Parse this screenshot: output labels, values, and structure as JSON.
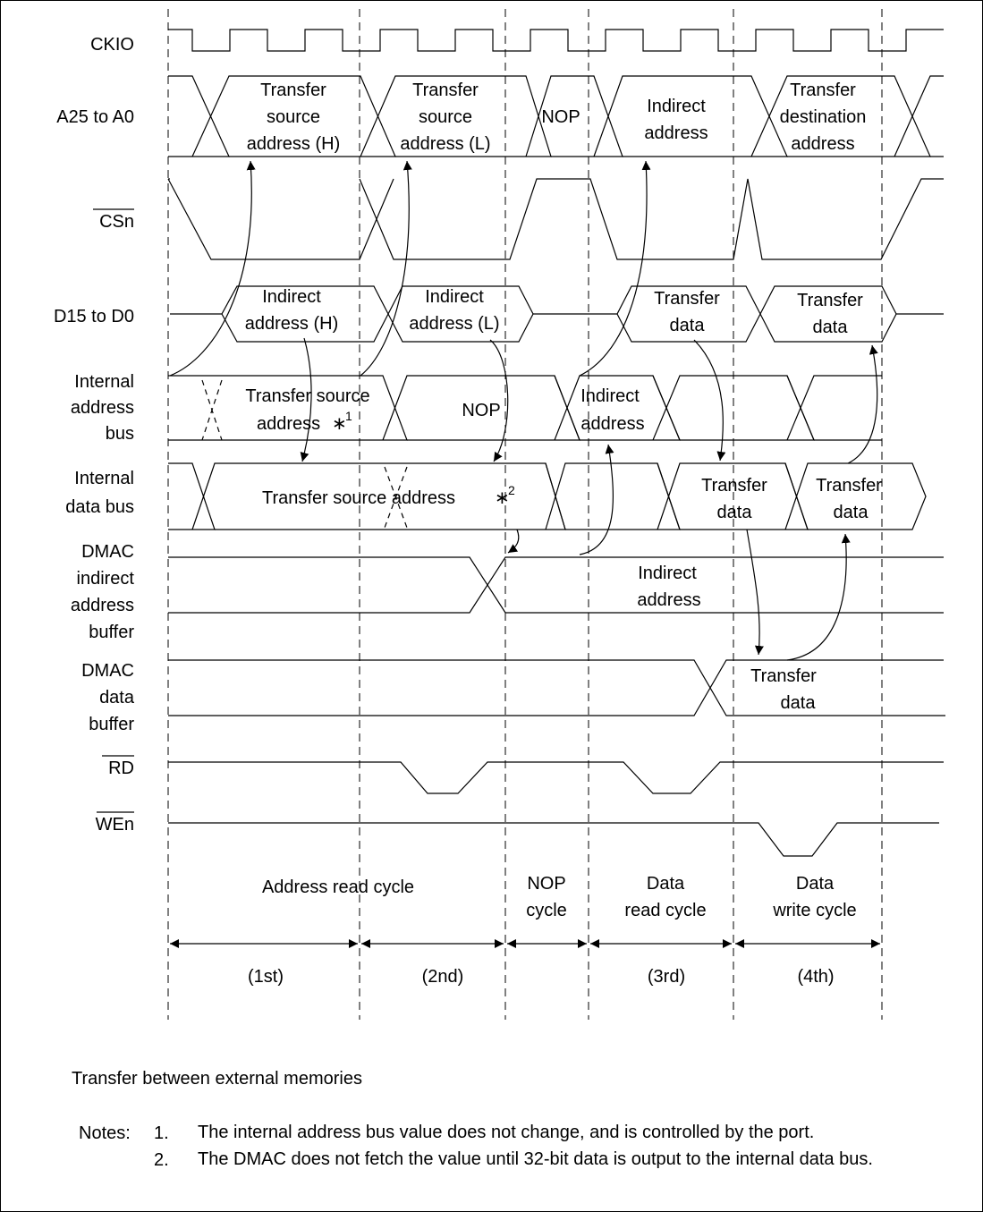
{
  "signals": {
    "ckio": "CKIO",
    "addr_bus": "A25 to A0",
    "cs": "CSn",
    "data_bus": "D15 to D0",
    "int_addr": [
      "Internal",
      "address",
      "bus"
    ],
    "int_data": [
      "Internal",
      "data bus"
    ],
    "dmac_ind": [
      "DMAC",
      "indirect",
      "address",
      "buffer"
    ],
    "dmac_data": [
      "DMAC",
      "data",
      "buffer"
    ],
    "rd": "RD",
    "wen": "WEn"
  },
  "a_bus": {
    "seg1": [
      "Transfer",
      "source",
      "address (H)"
    ],
    "seg2": [
      "Transfer",
      "source",
      "address (L)"
    ],
    "seg3": "NOP",
    "seg4": [
      "Indirect",
      "address"
    ],
    "seg5": [
      "Transfer",
      "destination",
      "address"
    ]
  },
  "d_bus": {
    "seg1": [
      "Indirect",
      "address (H)"
    ],
    "seg2": [
      "Indirect",
      "address (L)"
    ],
    "seg3": [
      "Transfer",
      "data"
    ],
    "seg4": [
      "Transfer",
      "data"
    ]
  },
  "int_addr_bus": {
    "seg1": [
      "Transfer source",
      "address"
    ],
    "seg1_note": "1",
    "seg2": "NOP",
    "seg3": [
      "Indirect",
      "address"
    ]
  },
  "int_data_bus": {
    "seg1": "Transfer source address",
    "seg1_note": "2",
    "seg2": [
      "Transfer",
      "data"
    ],
    "seg3": [
      "Transfer",
      "data"
    ]
  },
  "dmac_ind_value": [
    "Indirect",
    "address"
  ],
  "dmac_data_value": [
    "Transfer",
    "data"
  ],
  "cycles": {
    "c1": "Address read cycle",
    "c2": [
      "NOP",
      "cycle"
    ],
    "c3": [
      "Data",
      "read cycle"
    ],
    "c4": [
      "Data",
      "write cycle"
    ]
  },
  "cycle_numbers": [
    "(1st)",
    "(2nd)",
    "(3rd)",
    "(4th)"
  ],
  "asterisk": "∗",
  "caption": "Transfer between external memories",
  "notes_label": "Notes:",
  "notes": [
    {
      "num": "1.",
      "text": "The internal address bus value does not change, and is controlled by the port."
    },
    {
      "num": "2.",
      "text": "The DMAC does not fetch the value until 32-bit data is output to the internal data bus."
    }
  ]
}
